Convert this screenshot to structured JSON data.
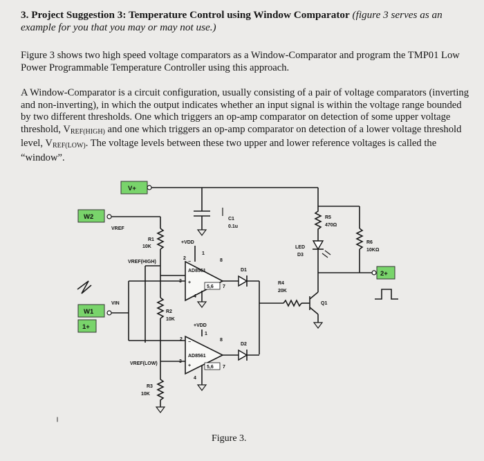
{
  "heading": {
    "number": "3.",
    "title": "Project Suggestion 3: Temperature Control using Window Comparator",
    "note": "(figure 3 serves as an example for you that you may or may not use.)"
  },
  "para1": "Figure 3 shows two high speed voltage comparators as a Window-Comparator and program the TMP01 Low Power Programmable Temperature Controller using this approach.",
  "para2": {
    "part1": "A Window-Comparator is a circuit configuration, usually consisting of a pair of voltage comparators (inverting and non-inverting), in which the output indicates whether an input signal is within the voltage range bounded by two different thresholds. One which triggers an op-amp comparator on detection of some upper voltage threshold, V",
    "sub1": "REF(HIGH)",
    "part2": " and one which triggers an op-amp comparator on detection of a lower voltage threshold level, V",
    "sub2": "REF(LOW)",
    "part3": ". The voltage levels between these two upper and lower reference voltages is called the “window”."
  },
  "figure": {
    "caption": "Figure 3.",
    "vplus": "V+",
    "w2": "W2",
    "w1": "W1",
    "one_plus": "1+",
    "two_plus": "2+",
    "vref": "VREF",
    "vin": "VIN",
    "vref_high": "VREF(HIGH)",
    "vref_low": "VREF(LOW)",
    "r1_name": "R1",
    "r1_val": "10K",
    "r2_name": "R2",
    "r2_val": "10K",
    "r3_name": "R3",
    "r3_val": "10K",
    "r4_name": "R4",
    "r4_val": "20K",
    "r5_name": "R5",
    "r5_val": "470Ω",
    "r6_name": "R6",
    "r6_val": "10KΩ",
    "c1_name": "C1",
    "c1_val": "0.1u",
    "vdd_top": "+VDD",
    "vdd_bottom": "+VDD",
    "opamp1": "AD8561",
    "opamp2": "AD8561",
    "led_name": "LED",
    "led_ref": "D3",
    "d1": "D1",
    "d2": "D2",
    "q1": "Q1",
    "pin1_top": "1",
    "pin2_top": "2",
    "pin3_top": "3",
    "pin4_top": "4",
    "pin8_top": "8",
    "pin567_top": "5,6",
    "pin7_top": "7",
    "pin1_bot": "1",
    "pin2_bot": "2",
    "pin3_bot": "3",
    "pin4_bot": "4",
    "pin8_bot": "8",
    "pin567_bot": "5,6",
    "pin7_bot": "7",
    "minus": "−",
    "plus": "+",
    "tick_mark": "|"
  }
}
